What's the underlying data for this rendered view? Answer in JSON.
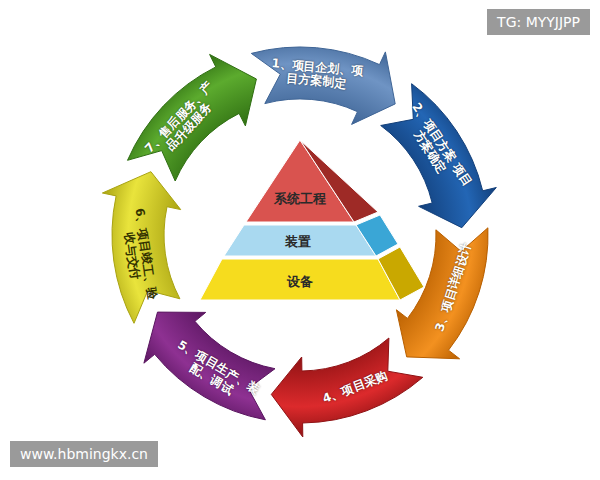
{
  "diagram": {
    "nodes": [
      {
        "text": [
          "1、项目企划、项目方案制定"
        ]
      },
      {
        "text": [
          "2、项目方案 项目方案确定"
        ]
      },
      {
        "text": [
          "3、项目详细设计"
        ]
      },
      {
        "text": [
          "4、项目采购"
        ]
      },
      {
        "text": [
          "5、项目生产、装配、调试"
        ]
      },
      {
        "text": [
          "6、项目竣工、验收与交付"
        ]
      },
      {
        "text": [
          "7、售后服务、产品升级服务"
        ]
      },
      {
        "text": [
          "系统工程"
        ]
      },
      {
        "text": [
          "装置"
        ]
      },
      {
        "text": [
          "设备"
        ]
      }
    ],
    "labels": [
      "TG: MYYJJPP",
      "www.hbmingkx.cn"
    ]
  }
}
